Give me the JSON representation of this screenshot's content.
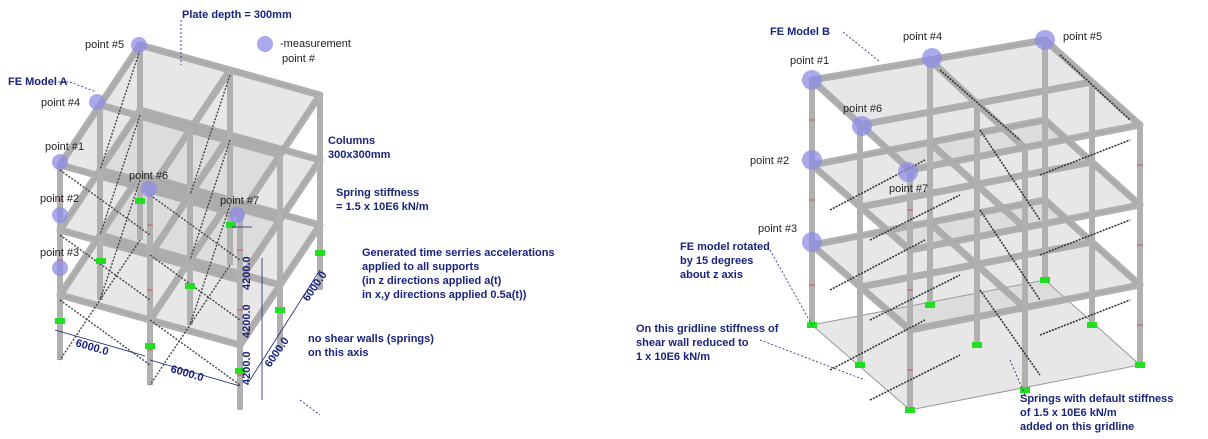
{
  "model_a": {
    "title": "FE Model A",
    "plate_depth": "Plate depth = 300mm",
    "legend": {
      "line1": "-measurement",
      "line2": "point #"
    },
    "points": [
      "point #5",
      "point #4",
      "point #1",
      "point #6",
      "point #2",
      "point #7",
      "point #3"
    ],
    "columns": [
      "Columns",
      "300x300mm"
    ],
    "spring": [
      "Spring stiffness",
      "= 1.5 x 10E6 kN/m"
    ],
    "accel": [
      "Generated time serries accelerations",
      "applied to all supports",
      "(in z directions applied a(t)",
      "in x,y directions applied 0.5a(t))"
    ],
    "noshear": [
      "no shear walls (springs)",
      "on this axis"
    ],
    "dims": {
      "a": "6000.0",
      "b": "6000.0",
      "c": "6000.0",
      "d": "6000.0",
      "h1": "4200.0",
      "h2": "4200.0",
      "h3": "4200.0"
    }
  },
  "model_b": {
    "title": "FE Model B",
    "points": [
      "point #4",
      "point #5",
      "point #1",
      "point #6",
      "point #2",
      "point #7",
      "point #3"
    ],
    "rotated": [
      "FE model rotated",
      "by 15 degrees",
      "about z axis"
    ],
    "gridline": [
      "On this gridline stiffness of",
      "shear wall  reduced to",
      "1 x 10E6 kN/m"
    ],
    "springs": [
      "Springs with default stiffness",
      "of 1.5 x 10E6 kN/m",
      "added on this gridline"
    ]
  },
  "colors": {
    "annotation": "#1a237e",
    "point_marker": "#8c8ce6",
    "support": "#22dd22",
    "column": "#b8b8b8",
    "slab": "#d8d8d8"
  }
}
